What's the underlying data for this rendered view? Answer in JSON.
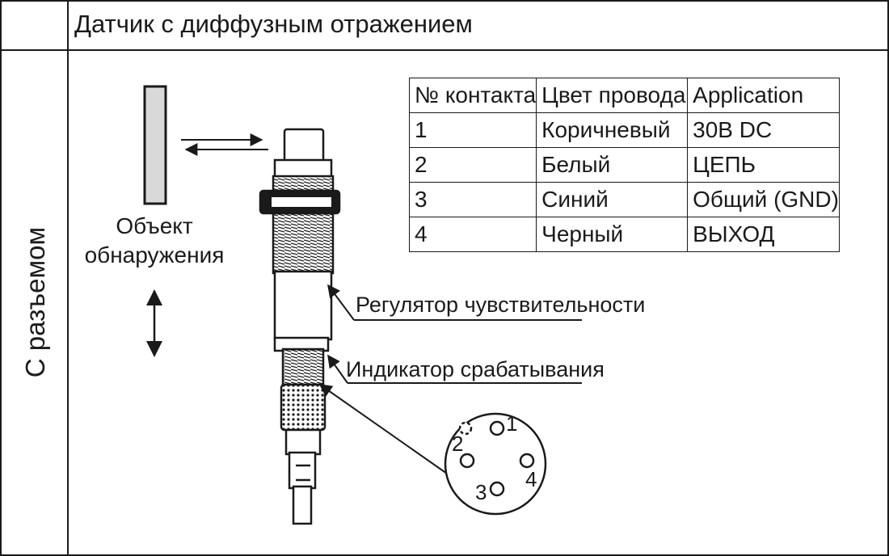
{
  "title": "Датчик с диффузным отражением",
  "side_label": "С разъемом",
  "object_label": "Объект обнаружения",
  "callouts": {
    "sensitivity": "Регулятор чувствительности",
    "indicator": "Индикатор срабатывания"
  },
  "table": {
    "headers": [
      "№ контакта",
      "Цвет провода",
      "Application"
    ],
    "rows": [
      [
        "1",
        "Коричневый",
        "30В DC"
      ],
      [
        "2",
        "Белый",
        "ЦЕПЬ"
      ],
      [
        "3",
        "Синий",
        "Общий (GND)"
      ],
      [
        "4",
        "Черный",
        "ВЫХОД"
      ]
    ]
  },
  "connector_pins": [
    "1",
    "2",
    "3",
    "4"
  ],
  "colors": {
    "line": "#1a1a1a",
    "target_fill": "#d9d9d9",
    "body_fill": "#ffffff"
  }
}
